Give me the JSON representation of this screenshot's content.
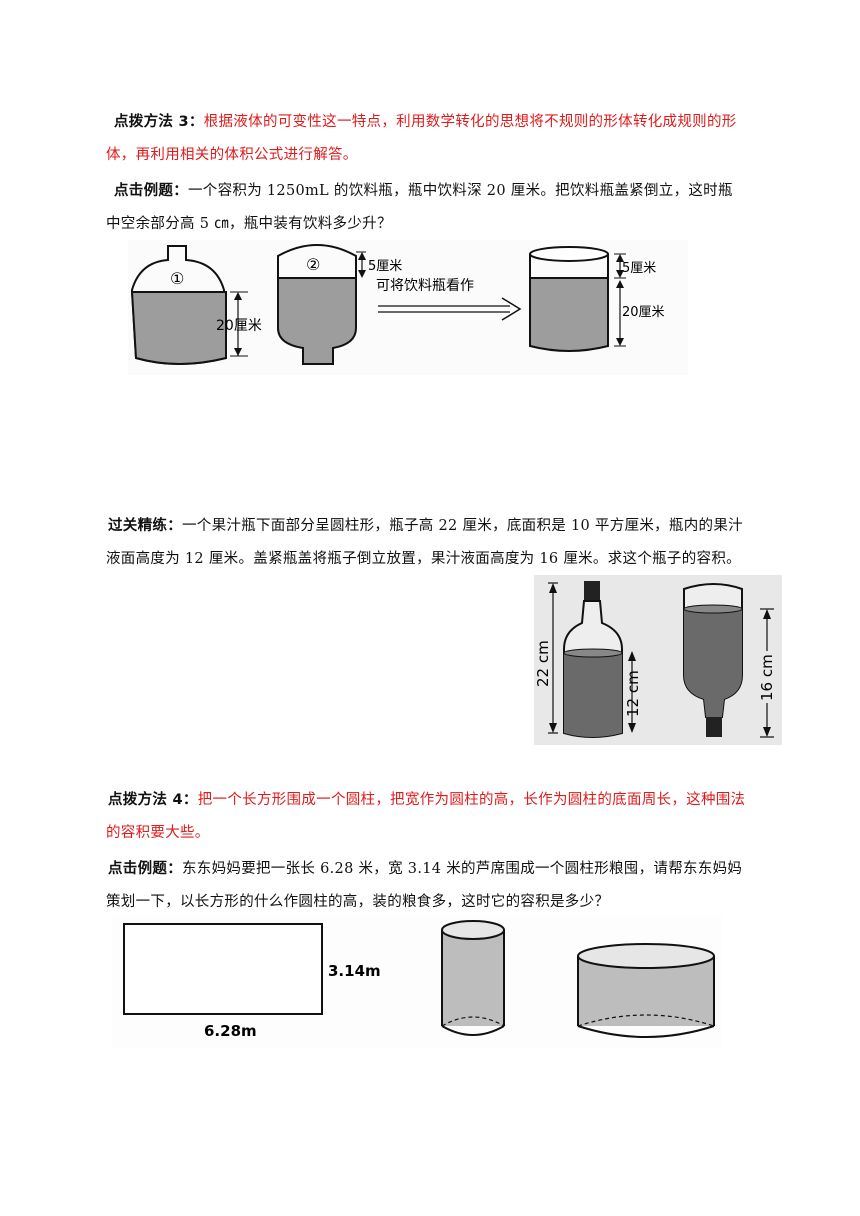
{
  "method3": {
    "label": "点拨方法 3：",
    "text": "根据液体的可变性这一特点，利用数学转化的思想将不规则的形体转化成规则的形体，再利用相关的体积公式进行解答。"
  },
  "example3": {
    "label": "点击例题：",
    "text": "一个容积为 1250mL 的饮料瓶，瓶中饮料深 20 厘米。把饮料瓶盖紧倒立，这时瓶中空余部分高 5 ㎝，瓶中装有饮料多少升？"
  },
  "figure1": {
    "bottle1_mark": "①",
    "bottle2_mark": "②",
    "label_20cm": "20厘米",
    "label_5cm": "5厘米",
    "arrow_text": "可将饮料瓶看作",
    "cyl_label_5cm": "5厘米",
    "cyl_label_20cm": "20厘米"
  },
  "practice": {
    "label": "过关精练：",
    "text": "一个果汁瓶下面部分呈圆柱形，瓶子高 22 厘米，底面积是 10 平方厘米，瓶内的果汁液面高度为 12 厘米。盖紧瓶盖将瓶子倒立放置，果汁液面高度为 16 厘米。求这个瓶子的容积。"
  },
  "figure2": {
    "label_22": "22 cm",
    "label_12": "12 cm",
    "label_16": "16 cm"
  },
  "method4": {
    "label": "点拨方法 4：",
    "text": "把一个长方形围成一个圆柱，把宽作为圆柱的高，长作为圆柱的底面周长，这种围法的容积要大些。"
  },
  "example4": {
    "label": "点击例题：",
    "text": "东东妈妈要把一张长 6.28 米，宽 3.14 米的芦席围成一个圆柱形粮囤，请帮东东妈妈策划一下，以长方形的什么作圆柱的高，装的粮食多，这时它的容积是多少？"
  },
  "figure3": {
    "width_label": "3.14m",
    "length_label": "6.28m"
  }
}
